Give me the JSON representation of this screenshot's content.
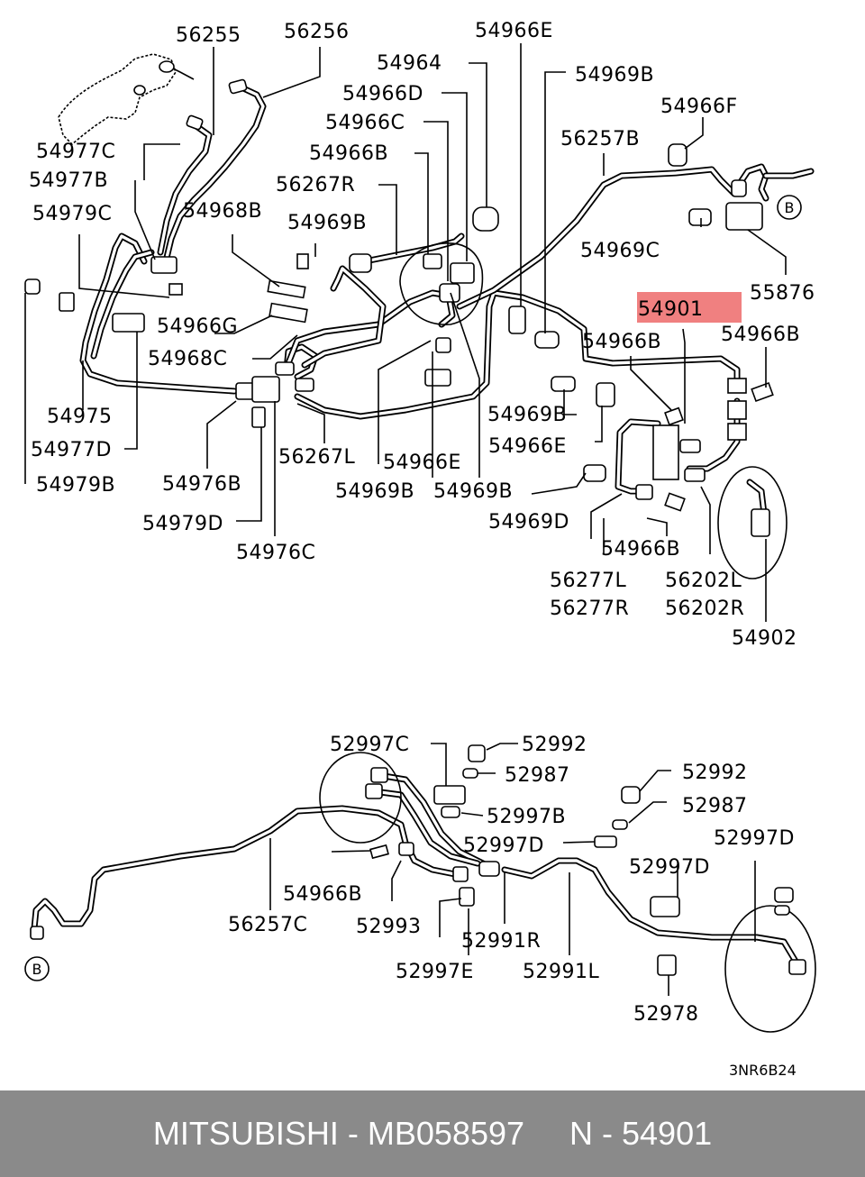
{
  "labels": {
    "l56255": "56255",
    "l56256": "56256",
    "l54966E_top": "54966E",
    "l54964": "54964",
    "l54969B_top": "54969B",
    "l54966D": "54966D",
    "l54966F": "54966F",
    "l54966C": "54966C",
    "l56257B": "56257B",
    "l54977C": "54977C",
    "l54966B_a": "54966B",
    "l54977B": "54977B",
    "l56267R": "56267R",
    "l54979C": "54979C",
    "l54968B": "54968B",
    "l54969B_b": "54969B",
    "l54969C": "54969C",
    "l55876": "55876",
    "l54901": "54901",
    "l54966G": "54966G",
    "l54966B_b": "54966B",
    "l54966B_c": "54966B",
    "l54968C": "54968C",
    "l54969B_c": "54969B",
    "l54975": "54975",
    "l54966E_b": "54966E",
    "l54977D": "54977D",
    "l56267L": "56267L",
    "l54966E_c": "54966E",
    "l54979B": "54979B",
    "l54976B": "54976B",
    "l54969B_d": "54969B",
    "l54969B_e": "54969B",
    "l54969D": "54969D",
    "l54979D": "54979D",
    "l54966B_d": "54966B",
    "l54976C": "54976C",
    "l56277L": "56277L",
    "l56202L": "56202L",
    "l56277R": "56277R",
    "l56202R": "56202R",
    "l54902": "54902",
    "l52997C": "52997C",
    "l52992_a": "52992",
    "l52987_a": "52987",
    "l52992_b": "52992",
    "l52997B": "52997B",
    "l52987_b": "52987",
    "l52997D_a": "52997D",
    "l52997D_b": "52997D",
    "l52997D_c": "52997D",
    "l54966B_e": "54966B",
    "l56257C": "56257C",
    "l52993": "52993",
    "l52991R": "52991R",
    "l52997E": "52997E",
    "l52991L": "52991L",
    "l52978": "52978",
    "ref_B_top": "B",
    "ref_B_bottom": "B"
  },
  "drawing_code": "3NR6B24",
  "highlight": {
    "part": "54901",
    "color": "#f08080"
  },
  "footer": {
    "text": "MITSUBISHI - MB058597     N - 54901",
    "background": "#8a8a8a",
    "color": "#ffffff"
  }
}
